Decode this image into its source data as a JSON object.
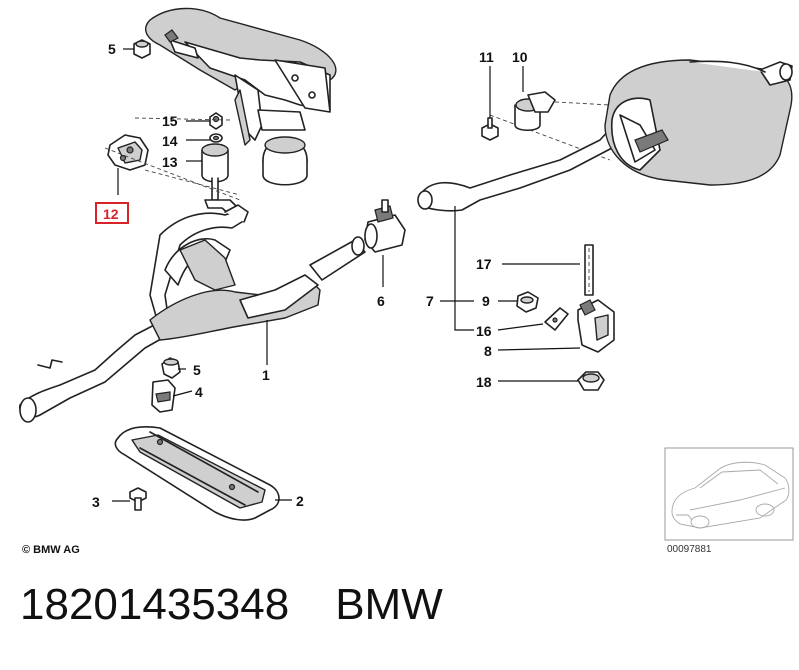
{
  "callouts": {
    "c1": "1",
    "c2": "2",
    "c3": "3",
    "c4": "4",
    "c5a": "5",
    "c5b": "5",
    "c6": "6",
    "c7": "7",
    "c8": "8",
    "c9": "9",
    "c10": "10",
    "c11": "11",
    "c12": "12",
    "c13": "13",
    "c14": "14",
    "c15": "15",
    "c16": "16",
    "c17": "17",
    "c18": "18"
  },
  "highlighted_callout": "12",
  "colors": {
    "highlight": "#d8232a"
  },
  "copyright": "© BMW AG",
  "reference_number": "00097881",
  "part_number": "18201435348",
  "brand": "BMW"
}
